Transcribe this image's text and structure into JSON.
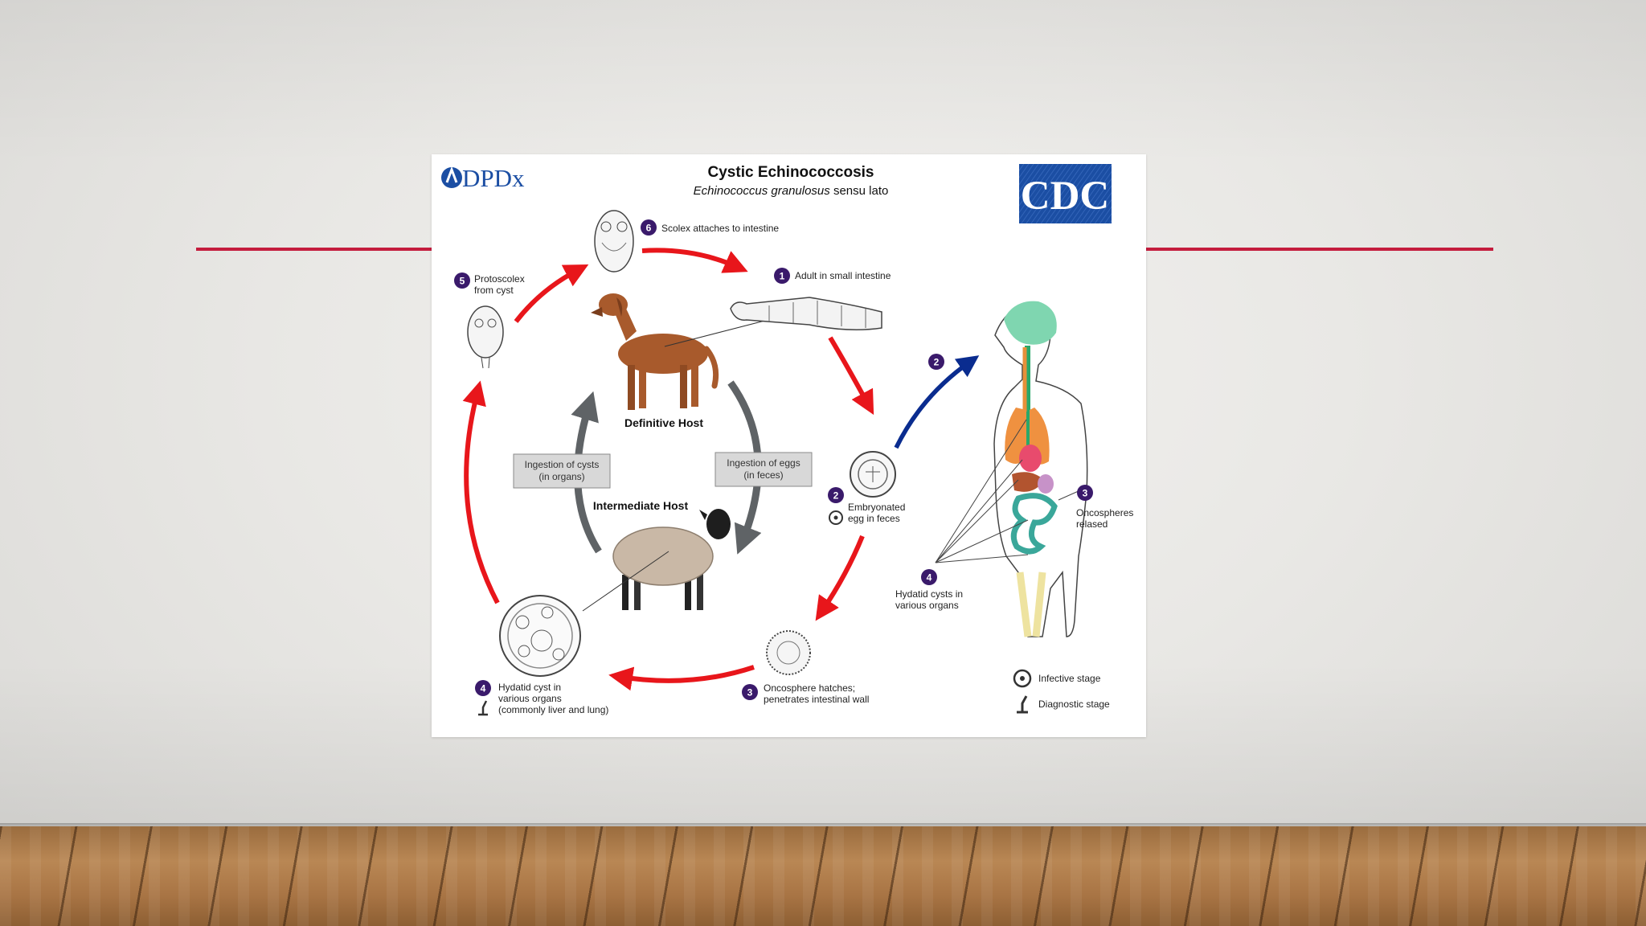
{
  "figure": {
    "title": "Cystic Echinococcosis",
    "subtitle_italic": "Echinococcus granulosus",
    "subtitle_rest": " sensu lato",
    "logo_dpdx": "DPDx",
    "logo_cdc": "CDC"
  },
  "stages": {
    "s1": {
      "num": "1",
      "line1": "Adult in small intestine"
    },
    "s2": {
      "num": "2",
      "line1": "Embryonated",
      "line2": "egg in feces"
    },
    "s3": {
      "num": "3",
      "line1": "Oncosphere hatches;",
      "line2": "penetrates intestinal wall"
    },
    "s4": {
      "num": "4",
      "line1": "Hydatid cyst in",
      "line2": "various organs",
      "line3": "(commonly liver and lung)"
    },
    "s5": {
      "num": "5",
      "line1": "Protoscolex",
      "line2": "from cyst"
    },
    "s6": {
      "num": "6",
      "line1": "Scolex attaches to intestine"
    },
    "human2": {
      "num": "2"
    },
    "human3": {
      "num": "3",
      "line1": "Oncospheres",
      "line2": "relased"
    },
    "human4": {
      "num": "4",
      "line1": "Hydatid cysts in",
      "line2": "various organs"
    }
  },
  "hosts": {
    "definitive": "Definitive Host",
    "intermediate": "Intermediate Host",
    "ingestion_cysts_line1": "Ingestion of cysts",
    "ingestion_cysts_line2": "(in organs)",
    "ingestion_eggs_line1": "Ingestion of eggs",
    "ingestion_eggs_line2": "(in feces)"
  },
  "legend": {
    "infective": "Infective stage",
    "diagnostic": "Diagnostic stage"
  },
  "colors": {
    "accent_rule": "#c41c3d",
    "cycle_arrow": "#e8161b",
    "human_arrow": "#0a2c8f",
    "host_arrow": "#5f6366",
    "stage_badge": "#3a1a6b",
    "cdc_blue": "#1b4ea3"
  }
}
